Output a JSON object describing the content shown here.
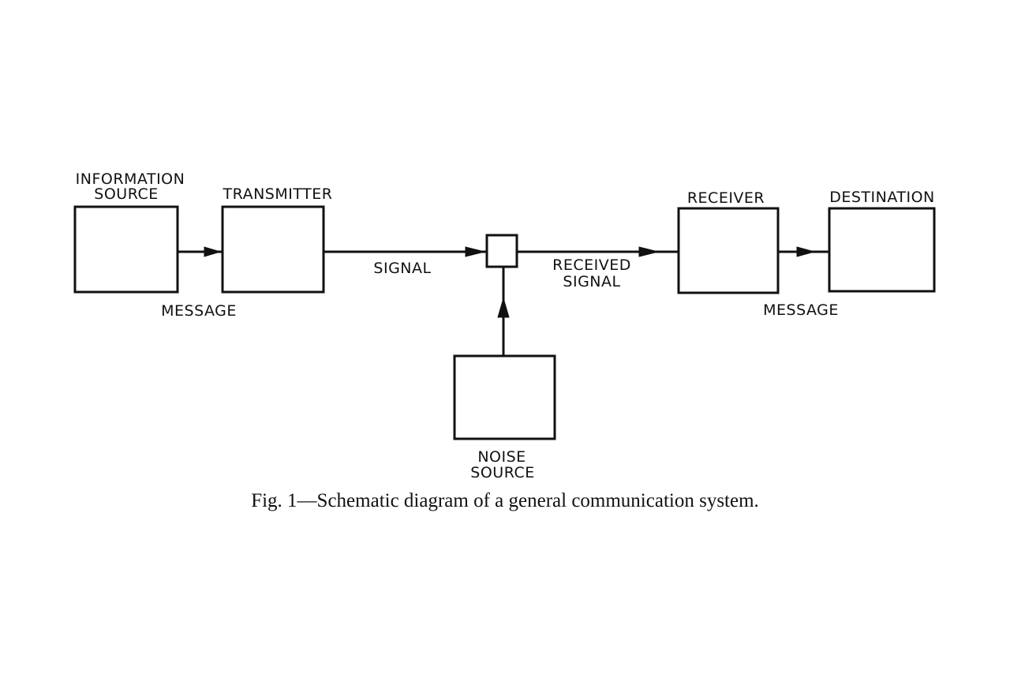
{
  "diagram": {
    "nodes": {
      "information_source": {
        "label_line1": "INFORMATION",
        "label_line2": "SOURCE"
      },
      "transmitter": {
        "label": "TRANSMITTER"
      },
      "receiver": {
        "label": "RECEIVER"
      },
      "destination": {
        "label": "DESTINATION"
      },
      "noise_source": {
        "label_line1": "NOISE",
        "label_line2": "SOURCE"
      }
    },
    "edge_labels": {
      "message_in": "MESSAGE",
      "signal": "SIGNAL",
      "received_signal_line1": "RECEIVED",
      "received_signal_line2": "SIGNAL",
      "message_out": "MESSAGE"
    },
    "caption": "Fig. 1—Schematic diagram of a general communication system."
  }
}
